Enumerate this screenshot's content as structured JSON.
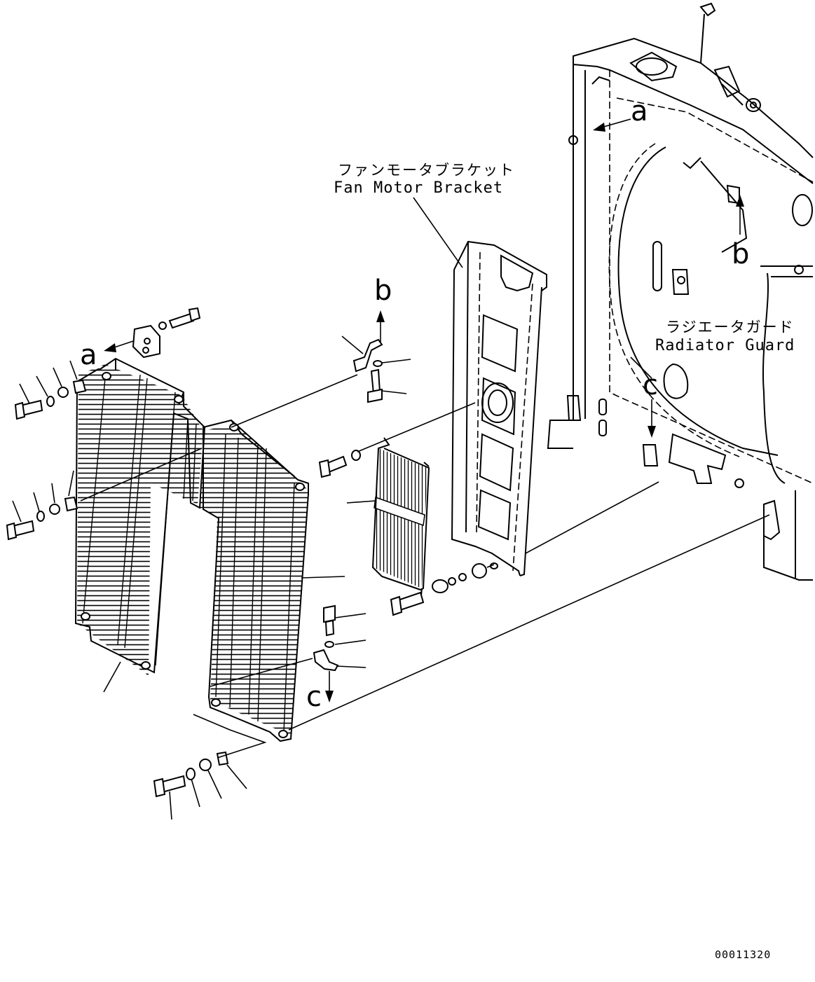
{
  "labels": {
    "fan_motor_bracket_jp": "ファンモータブラケット",
    "fan_motor_bracket_en": "Fan Motor Bracket",
    "radiator_guard_jp": "ラジエータガード",
    "radiator_guard_en": "Radiator Guard"
  },
  "callouts": {
    "a": "a",
    "b": "b",
    "c": "c"
  },
  "drawing_code": "00011320"
}
